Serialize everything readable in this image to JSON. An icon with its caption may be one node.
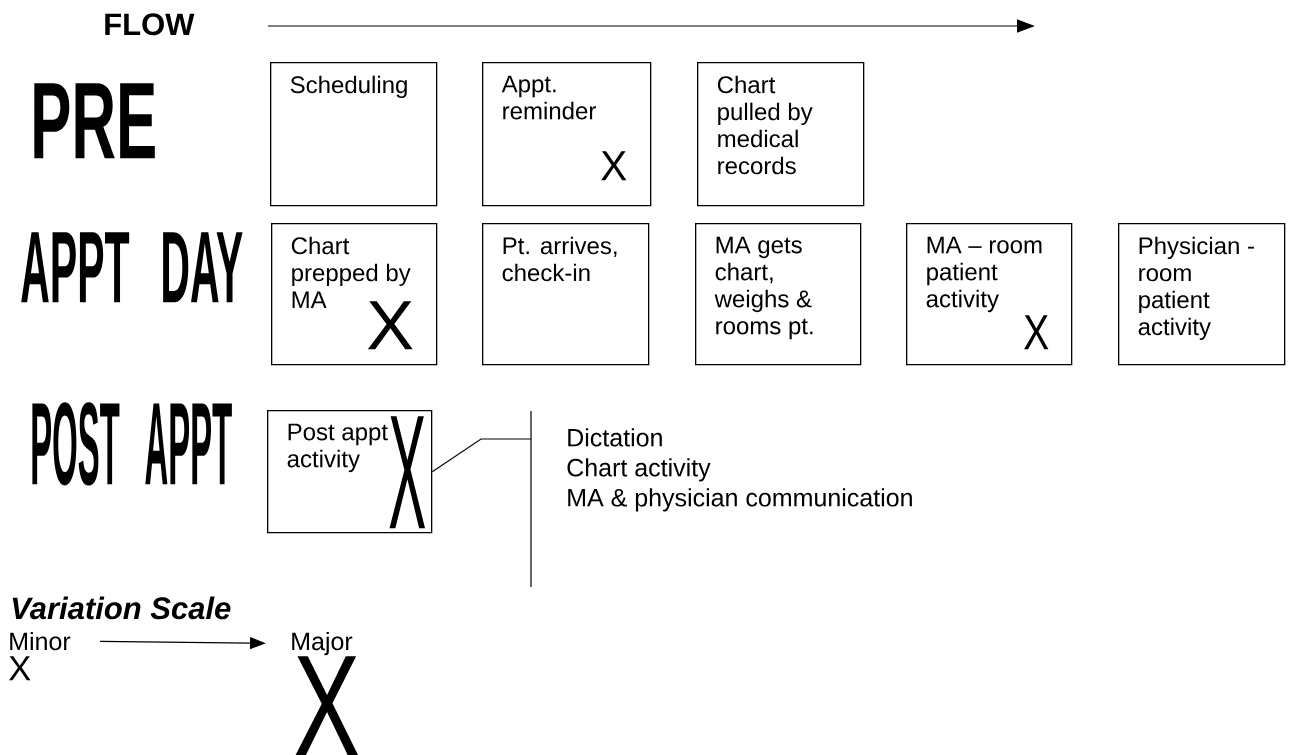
{
  "diagram": {
    "nodes": [
      {
        "text": [
          "Scheduling"
        ]
      },
      {
        "text": [
          "Appt. reminder",
          "X"
        ]
      },
      {
        "text": [
          "Chart pulled by medical records"
        ]
      },
      {
        "text": [
          "Chart prepped by MA",
          "X"
        ]
      },
      {
        "text": [
          "Pt. arrives, check-in"
        ]
      },
      {
        "text": [
          "MA gets chart, weighs & rooms pt."
        ]
      },
      {
        "text": [
          "MA – room patient activity",
          "X"
        ]
      },
      {
        "text": [
          "Physician - room patient activity"
        ]
      },
      {
        "text": [
          "Post appt activity",
          "X"
        ]
      },
      {
        "text": [
          "Dictation",
          "Chart activity",
          "MA & physician communication"
        ]
      },
      {
        "text": [
          "Minor",
          "X"
        ]
      },
      {
        "text": [
          "Major",
          "X"
        ]
      }
    ],
    "edges": [
      {
        "from": 8,
        "to": 9,
        "arrow": "none"
      },
      {
        "from": 10,
        "to": 11,
        "arrow": "to"
      }
    ],
    "labels": [
      "FLOW",
      "PRE",
      "APPT DAY",
      "POST APPT",
      "Variation Scale"
    ]
  }
}
